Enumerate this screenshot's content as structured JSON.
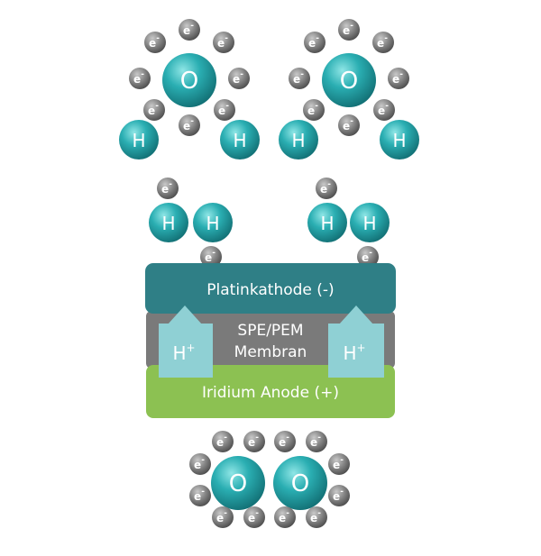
{
  "layers": {
    "cathode": "Platinkathode (-)",
    "membrane_line1": "SPE/PEM",
    "membrane_line2": "Membran",
    "anode": "Iridium Anode (+)"
  },
  "ions": {
    "label": "H",
    "charge": "+"
  },
  "atoms": {
    "oxygen": "O",
    "hydrogen": "H"
  },
  "electron": {
    "label": "e",
    "charge": "-"
  },
  "colors": {
    "cathode": "#2f7f86",
    "membrane": "#7a7a7a",
    "anode": "#8cc152",
    "ion_box": "#8fd0d4",
    "atom": "#21a4a8",
    "electron": "#7e7e7e"
  }
}
